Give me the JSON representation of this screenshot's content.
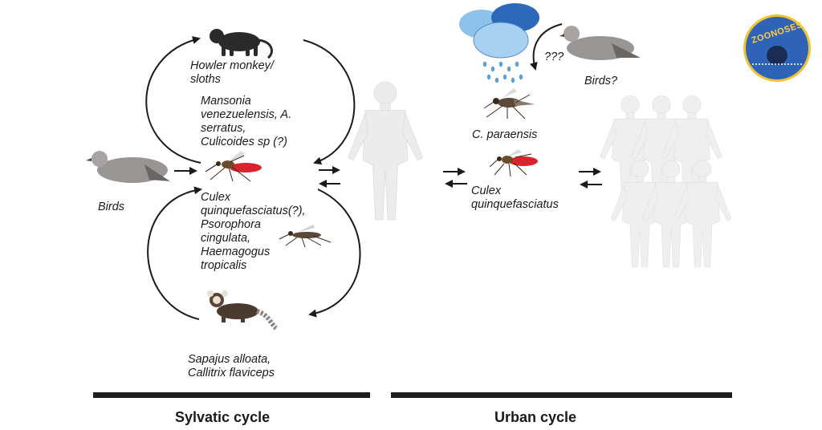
{
  "sylvatic": {
    "hosts_top": [
      "Howler monkey/",
      "sloths"
    ],
    "vectors_top": [
      "Mansonia",
      "venezuelensis,  A.",
      "serratus,",
      "Culicoides sp (?)"
    ],
    "birds_label": "Birds",
    "vectors_bottom": [
      "Culex",
      "quinquefasciatus(?),",
      "Psorophora",
      "cingulata,",
      "Haemagogus",
      "tropicalis"
    ],
    "hosts_bottom": [
      "Sapajus alloata,",
      "Callitrix flaviceps"
    ],
    "title": "Sylvatic cycle"
  },
  "urban": {
    "unknown_label": "???",
    "birds_label": "Birds?",
    "vector_1": "C. paraensis",
    "vector_2": [
      "Culex",
      "quinquefasciatus"
    ],
    "title": "Urban cycle"
  },
  "logo": {
    "text": "ZOONOSES"
  },
  "colors": {
    "text": "#1a1a1a",
    "bar": "#1e1e1e",
    "human": "#ececec",
    "rain": "#5aa0d8",
    "cloud_dark": "#2d69b8",
    "cloud_light": "#8fc2ea",
    "bird": "#9a9595",
    "mosquito_blood": "#d8242c",
    "logo_bg": "#2e63b8",
    "logo_ring": "#f1c232"
  }
}
